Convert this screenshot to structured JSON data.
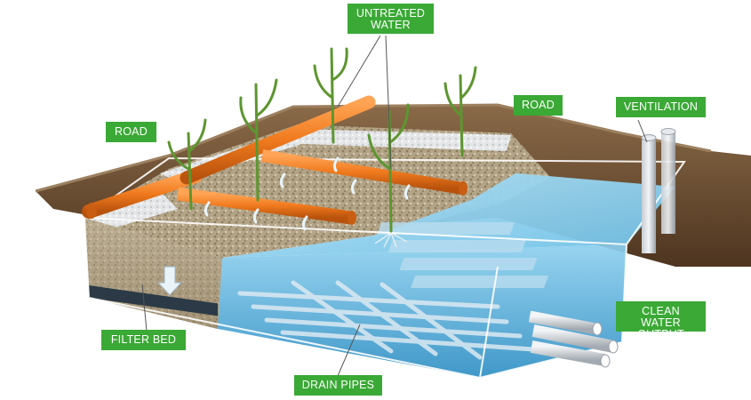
{
  "labels": {
    "untreated_water": "UNTREATED\nWATER",
    "road_left": "ROAD",
    "road_right": "ROAD",
    "ventilation": "VENTILATION",
    "clean_water_output": "CLEAN WATER\nOUTPUT",
    "filter_bed": "FILTER BED",
    "drain_pipes": "DRAIN PIPES"
  },
  "colors": {
    "label_green": "#3aa935",
    "pipe_orange": "#f07a1e",
    "water_blue": "#5cb6e3",
    "soil_brown": "#6b4a2b",
    "gravel_tan": "#b9a98c",
    "plant_green": "#6fa63a"
  }
}
